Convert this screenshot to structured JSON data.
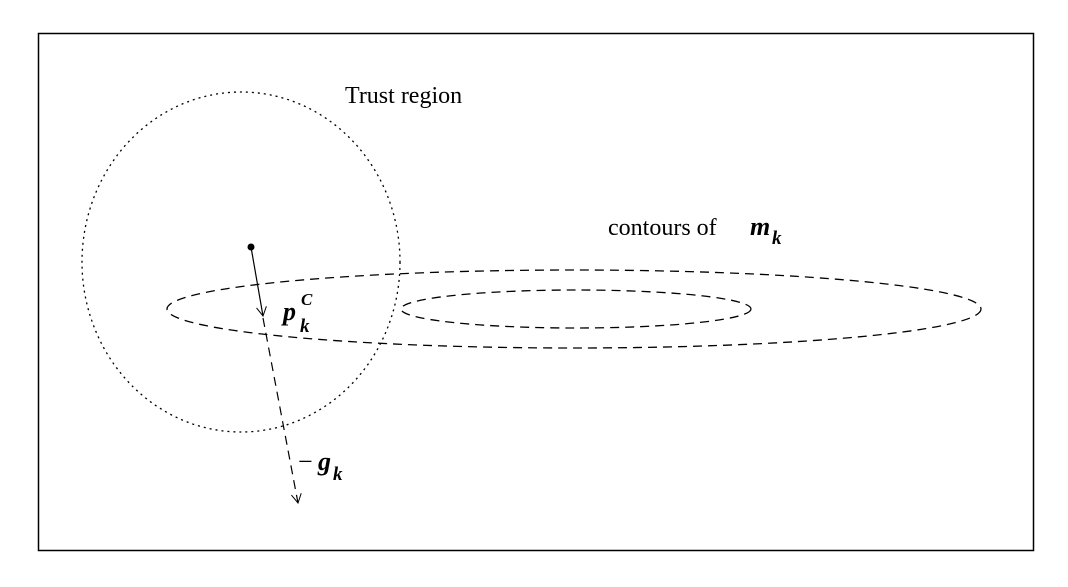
{
  "diagram": {
    "labels": {
      "trust_region": "Trust region",
      "contours": "contours of",
      "m_symbol": "m",
      "m_subscript": "k",
      "p_symbol": "p",
      "p_superscript": "C",
      "p_subscript": "k",
      "g_prefix": "−",
      "g_symbol": "g",
      "g_subscript": "k"
    },
    "colors": {
      "stroke": "#000000",
      "background": "#ffffff"
    }
  }
}
